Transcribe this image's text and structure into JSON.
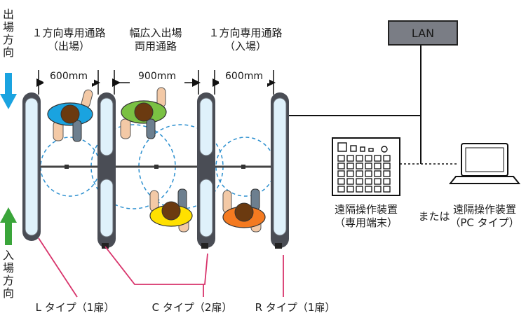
{
  "exit_direction": [
    "出",
    "場",
    "方",
    "向"
  ],
  "entry_direction": [
    "入",
    "場",
    "方",
    "向"
  ],
  "lanes": [
    {
      "line1": "１方向専用通路",
      "line2": "（出場）",
      "width": "600mm"
    },
    {
      "line1": "幅広入出場",
      "line2": "両用通路",
      "width": "900mm"
    },
    {
      "line1": "１方向専用通路",
      "line2": "（入場）",
      "width": "600mm"
    }
  ],
  "types": {
    "l": "L タイプ（1扉）",
    "c": "C タイプ（2扉）",
    "r": "R タイプ（1扉）"
  },
  "network": {
    "lan": "LAN"
  },
  "remote_dedicated": {
    "line1": "遠隔操作装置",
    "line2": "（専用端末）"
  },
  "or_text": "または",
  "remote_pc": {
    "line1": "遠隔操作装置",
    "line2": "（PC タイプ）"
  },
  "colors": {
    "exit_arrow": "#1aa3e0",
    "entry_arrow": "#3aa53a",
    "leader_line": "#d8336b",
    "door_arc": "#2b8fcf",
    "person_blue": "#1aa3e0",
    "person_green": "#7ac143",
    "person_yellow": "#ffe000",
    "person_orange": "#f47a20"
  }
}
